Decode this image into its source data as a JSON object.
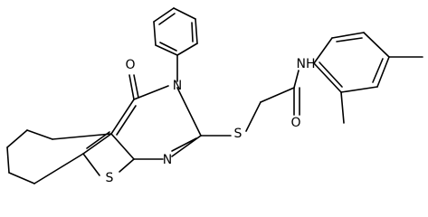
{
  "molecule": {
    "atoms": {
      "oxygen_carbonyl_ring": "O",
      "nitrogen_ring_n3": "N",
      "nitrogen_ring_n1": "N",
      "sulfur_thioether": "S",
      "sulfur_thiophene": "S",
      "oxygen_amide": "O",
      "amide_nh": "NH"
    }
  }
}
